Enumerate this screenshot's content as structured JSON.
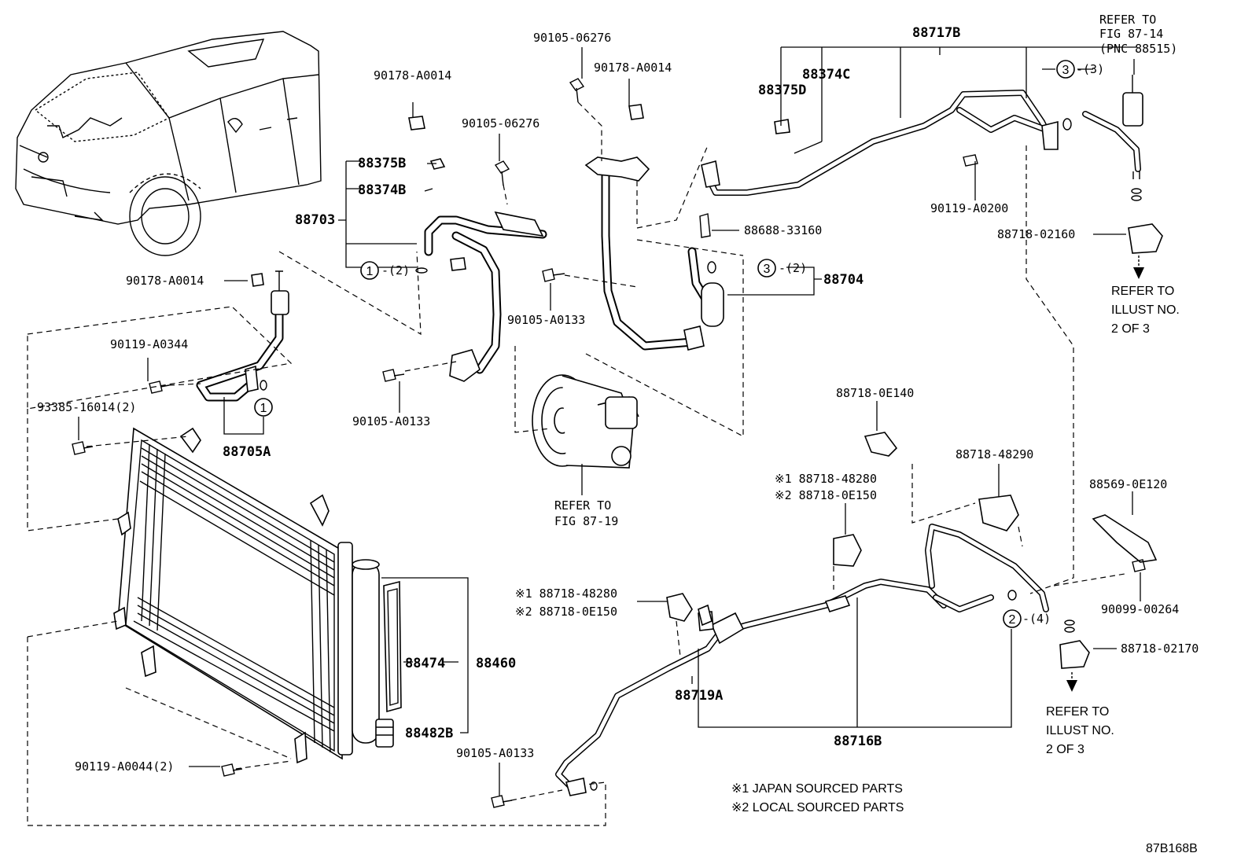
{
  "diagram_id": "87B168B",
  "notes": {
    "note1": "※1  JAPAN SOURCED PARTS",
    "note2": "※2  LOCAL SOURCED PARTS"
  },
  "refs": {
    "fig_87_14_l1": "REFER TO",
    "fig_87_14_l2": "FIG 87-14",
    "fig_87_14_l3": "(PNC 88515)",
    "fig_87_19_l1": "REFER TO",
    "fig_87_19_l2": "FIG 87-19",
    "illust_a_l1": "REFER TO",
    "illust_a_l2": "ILLUST NO.",
    "illust_a_l3": "2 OF 3",
    "illust_b_l1": "REFER TO",
    "illust_b_l2": "ILLUST NO.",
    "illust_b_l3": "2 OF 3"
  },
  "labels": {
    "p88717B": "88717B",
    "p88374C": "88374C",
    "p88375D": "88375D",
    "p90105_06276_a": "90105-06276",
    "p90178_A0014_a": "90178-A0014",
    "p90178_A0014_b": "90178-A0014",
    "p90105_06276_b": "90105-06276",
    "p88375B": "88375B",
    "p88374B": "88374B",
    "p88703": "88703",
    "c1_qty": "-(2)",
    "p90178_A0014_c": "90178-A0014",
    "p90105_A0133_a": "90105-A0133",
    "p90119_A0344": "90119-A0344",
    "p93385_16014": "93385-16014(2)",
    "p88705A": "88705A",
    "p90105_A0133_b": "90105-A0133",
    "p88688_33160": "88688-33160",
    "c3_qty_a": "-(2)",
    "p88704": "88704",
    "p90119_A0200": "90119-A0200",
    "p88718_02160": "88718-02160",
    "c3_qty_b": "-(3)",
    "p88718_0E140": "88718-0E140",
    "p88718_48290": "88718-48290",
    "x1_88718_48280_a": "※1 88718-48280",
    "x2_88718_0E150_a": "※2 88718-0E150",
    "p88569_0E120": "88569-0E120",
    "x1_88718_48280_b": "※1 88718-48280",
    "x2_88718_0E150_b": "※2 88718-0E150",
    "p90099_00264": "90099-00264",
    "c2_qty": "-(4)",
    "p88718_02170": "88718-02170",
    "p88474": "88474",
    "p88460": "88460",
    "p88482B": "88482B",
    "p88719A": "88719A",
    "p88716B": "88716B",
    "p90119_A0044": "90119-A0044(2)",
    "p90105_A0133_c": "90105-A0133"
  },
  "callouts": {
    "c1": "1",
    "c2": "2",
    "c3": "3"
  }
}
